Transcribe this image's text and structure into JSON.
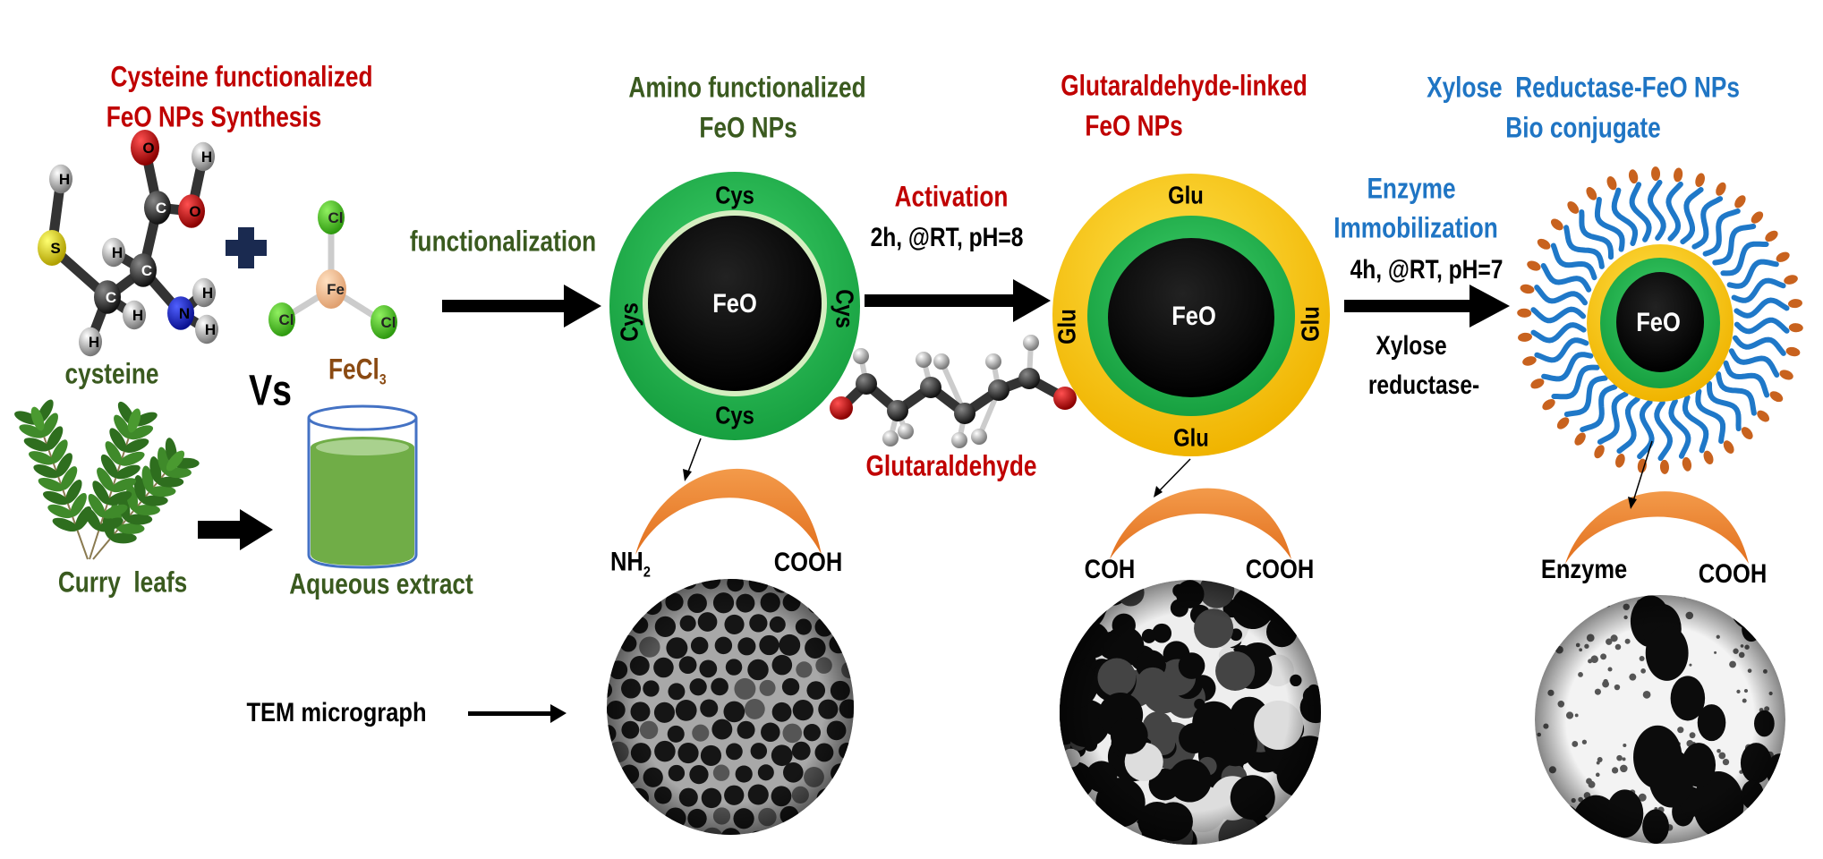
{
  "titles": {
    "cysteine_synthesis": [
      "Cysteine functionalized",
      "FeO NPs Synthesis"
    ],
    "amino": [
      "Amino functionalized",
      "FeO NPs"
    ],
    "glutaraldehyde_linked": [
      "Glutaraldehyde-linked",
      "FeO NPs"
    ],
    "bioconjugate": [
      "Xylose  Reductase-FeO NPs",
      "Bio conjugate"
    ]
  },
  "left": {
    "cysteine_label": "cysteine",
    "vs": "Vs",
    "fecl3": "FeCl",
    "fecl3_sub": "3",
    "curry_leafs": "Curry  leafs",
    "aqueous_extract": "Aqueous extract",
    "cysteine_atoms": [
      "O",
      "H",
      "C",
      "O",
      "H",
      "S",
      "H",
      "C",
      "C",
      "N",
      "H",
      "H",
      "H",
      "H"
    ],
    "fecl3_atoms": [
      "Fe",
      "Cl",
      "Cl",
      "Cl"
    ]
  },
  "steps": {
    "functionalization": "functionalization",
    "activation": "Activation",
    "activation_conditions": "2h, @RT, pH=8",
    "glutaraldehyde": "Glutaraldehyde",
    "enzyme": "Enzyme",
    "immobilization": "Immobilization",
    "immobilization_conditions": "4h, @RT, pH=7",
    "xylose": "Xylose",
    "reductase": "reductase-"
  },
  "np1": {
    "core": "FeO",
    "shell": [
      "Cys",
      "Cys",
      "Cys",
      "Cys"
    ],
    "end_left": "NH",
    "end_left_sub": "2",
    "end_right": "COOH"
  },
  "np2": {
    "core": "FeO",
    "shell": [
      "Glu",
      "Glu",
      "Glu",
      "Glu"
    ],
    "end_left": "COH",
    "end_right": "COOH"
  },
  "np3": {
    "core": "FeO",
    "end_left": "Enzyme",
    "end_right": "COOH"
  },
  "tem_label": "TEM micrograph",
  "colors": {
    "title_red": "#c00000",
    "title_green": "#3a5a1f",
    "title_blue": "#1f75c4",
    "cys_shell": "#22b24c",
    "glu_shell": "#f5c010",
    "enzyme_strands": "#1f78c8",
    "crescent": "#ef8a3a"
  }
}
